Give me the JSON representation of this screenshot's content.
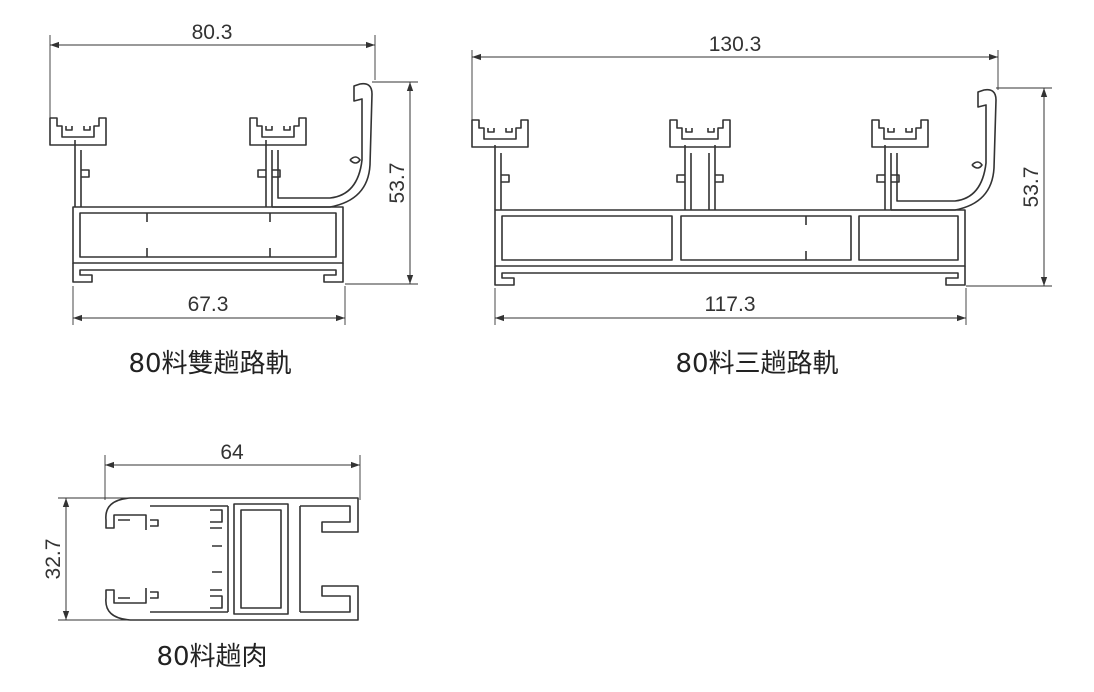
{
  "profiles": [
    {
      "caption": "80料雙趟路軌",
      "dims": {
        "top_width": "80.3",
        "height": "53.7",
        "bottom_width": "67.3"
      }
    },
    {
      "caption": "80料三趟路軌",
      "dims": {
        "top_width": "130.3",
        "height": "53.7",
        "bottom_width": "117.3"
      }
    },
    {
      "caption": "80料趟肉",
      "dims": {
        "top_width": "64",
        "height": "32.7"
      }
    }
  ]
}
